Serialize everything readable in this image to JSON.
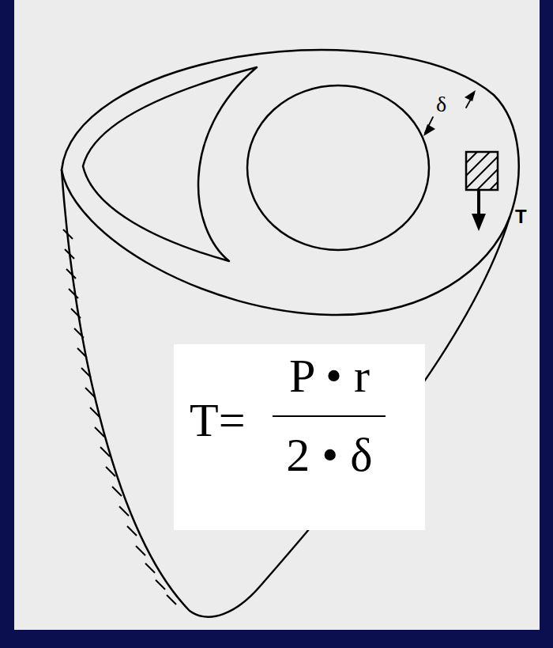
{
  "diagram": {
    "nodes": [
      {
        "text": [
          "T=",
          "P • r",
          "2 • δ"
        ]
      }
    ],
    "labels": [
      "δ",
      "T"
    ]
  }
}
